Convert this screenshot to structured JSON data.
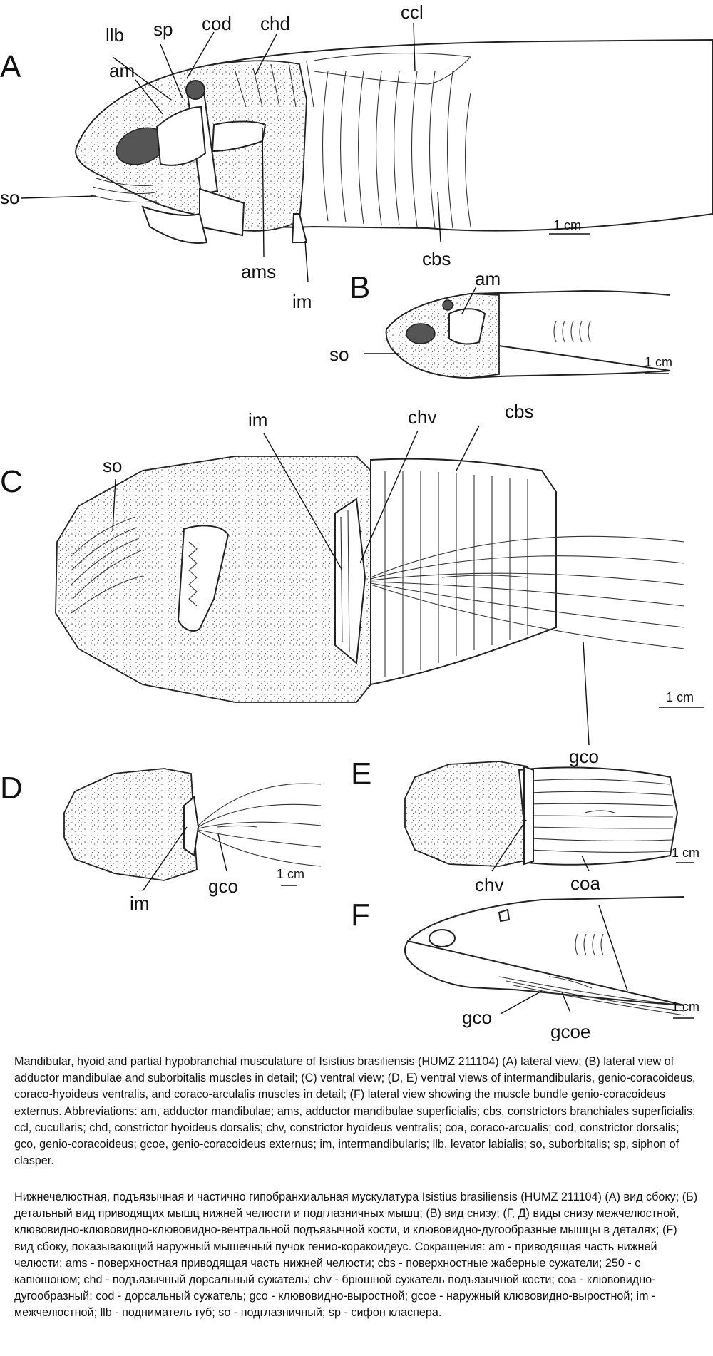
{
  "panels": {
    "A": {
      "letter": "A",
      "labels": {
        "llb": "llb",
        "sp": "sp",
        "cod": "cod",
        "chd": "chd",
        "ccl": "ccl",
        "am": "am",
        "so": "so",
        "ams": "ams",
        "im": "im",
        "cbs": "cbs"
      },
      "scale": "1 cm"
    },
    "B": {
      "letter": "B",
      "labels": {
        "am": "am",
        "so": "so"
      },
      "scale": "1 cm"
    },
    "C": {
      "letter": "C",
      "labels": {
        "im": "im",
        "chv": "chv",
        "cbs": "cbs",
        "so": "so",
        "gco": "gco"
      },
      "scale": "1 cm"
    },
    "D": {
      "letter": "D",
      "labels": {
        "im": "im",
        "gco": "gco"
      },
      "scale": "1 cm"
    },
    "E": {
      "letter": "E",
      "labels": {
        "chv": "chv",
        "coa": "coa"
      },
      "scale": "1 cm"
    },
    "F": {
      "letter": "F",
      "labels": {
        "gco": "gco",
        "gcoe": "gcoe"
      },
      "scale": "1 cm"
    }
  },
  "caption_en": "Mandibular, hyoid and partial hypobranchial musculature of Isistius brasiliensis (HUMZ 211104) (A) lateral view; (B) lateral view of adductor mandibulae and suborbitalis muscles in detail; (C) ventral view; (D, E) ventral views of intermandibularis, genio-coracoideus, coraco-hyoideus ventralis, and coraco-arculalis muscles in detail; (F) lateral view showing the muscle bundle genio-coracoideus externus. Abbreviations: am, adductor mandibulae; ams, adductor mandibulae superficialis; cbs, constrictors branchiales superficialis; ccl, cucullaris; chd, constrictor hyoideus dorsalis; chv, constrictor hyoideus ventralis; coa, coraco-arcualis; cod, constrictor dorsalis; gco, genio-coracoideus; gcoe, genio-coracoideus externus; im, intermandibularis; llb, levator labialis; so, suborbitalis; sp, siphon of clasper.",
  "caption_ru": "Нижнечелюстная, подъязычная и частично гипобранхиальная мускулатура Isistius brasiliensis (HUMZ 211104) (A) вид сбоку; (Б) детальный вид приводящих мышц нижней челюсти и подглазничных мышц; (В) вид снизу; (Г, Д) виды снизу межчелюстной, клювовидно-клювовидно-клювовидно-вентральной подъязычной кости, и клювовидно-дугообразные мышцы в деталях; (F) вид сбоку, показывающий наружный мышечный пучок генио-коракоидеус. Сокращения: am - приводящая часть нижней челюсти; ams - поверхностная приводящая часть нижней челюсти; cbs - поверхностные жаберные сужатели; 250 - с капюшоном; chd - подъязычный дорсальный сужатель; chv - брюшной сужатель подъязычной кости; coa - клювовидно-дугообразный; cod - дорсальный сужатель; gco - клювовидно-выростной; gcoe - наружный клювовидно-выростной; im - межчелюстной; llb - подниматель губ; so - подглазничный; sp - сифон класпера.",
  "colors": {
    "ink": "#111111",
    "paper": "#ffffff",
    "stipple": "#555555"
  }
}
